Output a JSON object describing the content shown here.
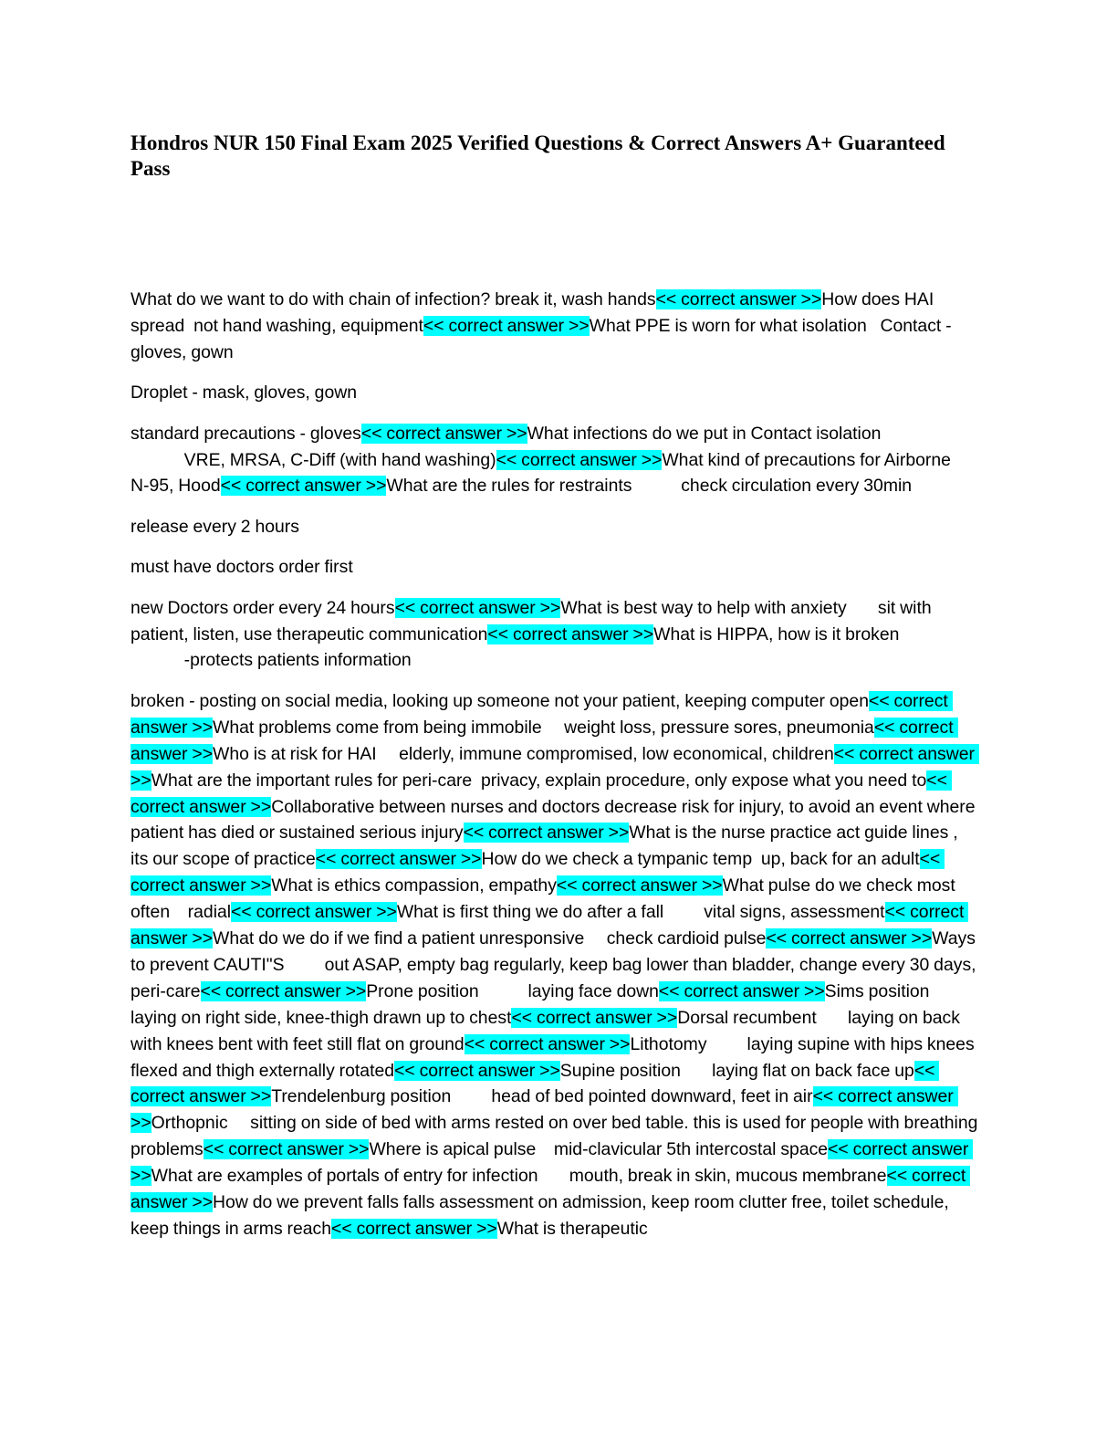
{
  "document": {
    "title": "Hondros NUR 150 Final Exam 2025 Verified Questions & Correct Answers A+ Guaranteed Pass",
    "highlight_color": "#00ffff",
    "separator": "<< correct answer >>",
    "paragraphs": [
      [
        "What do we want to do with chain of infection? break it, wash hands",
        "How does HAI spread  not hand washing, equipment",
        "What PPE is worn for what isolation   Contact - gloves, gown"
      ],
      [
        "Droplet - mask, gloves, gown"
      ],
      [
        "standard precautions - gloves",
        "What infections do we put in Contact isolation\n            VRE, MRSA, C-Diff (with hand washing)",
        "What kind of precautions for Airborne          N-95, Hood",
        "What are the rules for restraints           check circulation every 30min"
      ],
      [
        "release every 2 hours"
      ],
      [
        "must have doctors order first"
      ],
      [
        "new Doctors order every 24 hours",
        "What is best way to help with anxiety       sit with patient, listen, use therapeutic communication",
        "What is HIPPA, how is it broken\n            -protects patients information"
      ],
      [
        "broken - posting on social media, looking up someone not your patient, keeping computer open",
        "What problems come from being immobile     weight loss, pressure sores, pneumonia",
        "Who is at risk for HAI     elderly, immune compromised, low economical, children",
        "What are the important rules for peri-care  privacy, explain procedure, only expose what you need to",
        "Collaborative between nurses and doctors decrease risk for injury, to avoid an event where patient has died or sustained serious injury",
        "What is the nurse practice act guide lines , its our scope of practice",
        "How do we check a tympanic temp  up, back for an adult",
        "What is ethics compassion, empathy",
        "What pulse do we check most often    radial",
        "What is first thing we do after a fall         vital signs, assessment",
        "What do we do if we find a patient unresponsive     check cardioid pulse",
        "Ways to prevent CAUTI\"S         out ASAP, empty bag regularly, keep bag lower than bladder, change every 30 days, peri-care",
        "Prone position           laying face down",
        "Sims position        laying on right side, knee-thigh drawn up to chest",
        "Dorsal recumbent       laying on back with knees bent with feet still flat on ground",
        "Lithotomy         laying supine with hips knees flexed and thigh externally rotated",
        "Supine position       laying flat on back face up",
        "Trendelenburg position         head of bed pointed downward, feet in air",
        "Orthopnic     sitting on side of bed with arms rested on over bed table. this is used for people with breathing problems",
        "Where is apical pulse    mid-clavicular 5th intercostal space",
        "What are examples of portals of entry for infection       mouth, break in skin, mucous membrane",
        "How do we prevent falls falls assessment on admission, keep room clutter free, toilet schedule, keep things in arms reach",
        "What is therapeutic"
      ]
    ]
  }
}
